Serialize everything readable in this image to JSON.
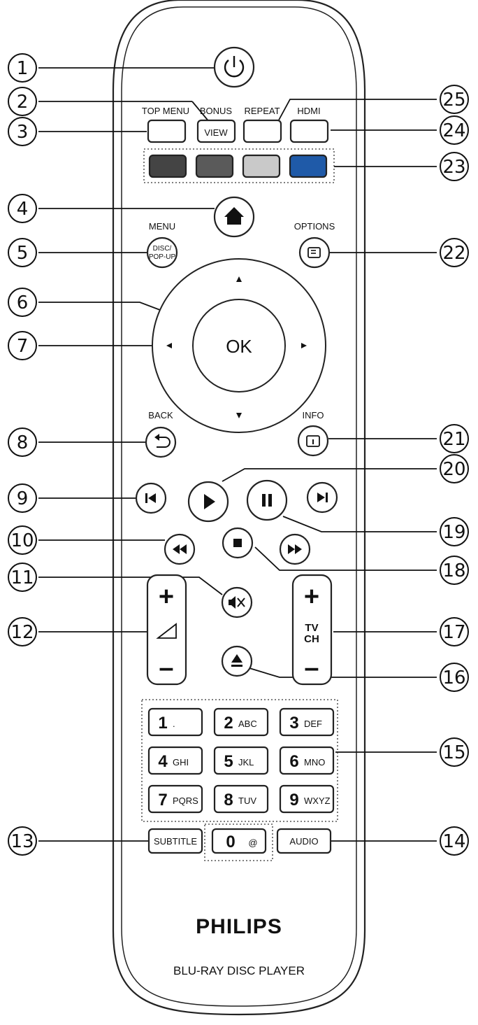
{
  "labels": {
    "top_menu": "TOP MENU",
    "bonus": "BONUS",
    "view": "VIEW",
    "repeat": "REPEAT",
    "hdmi": "HDMI",
    "menu": "MENU",
    "disc": "DISC/",
    "popup": "POP-UP",
    "options": "OPTIONS",
    "ok": "OK",
    "back": "BACK",
    "info": "INFO",
    "subtitle": "SUBTITLE",
    "audio": "AUDIO",
    "tv": "TV",
    "ch": "CH",
    "plus": "+",
    "minus": "–"
  },
  "keypad": [
    {
      "main": "1",
      "sub": "."
    },
    {
      "main": "2",
      "sub": "ABC"
    },
    {
      "main": "3",
      "sub": "DEF"
    },
    {
      "main": "4",
      "sub": "GHI"
    },
    {
      "main": "5",
      "sub": "JKL"
    },
    {
      "main": "6",
      "sub": "MNO"
    },
    {
      "main": "7",
      "sub": "PQRS"
    },
    {
      "main": "8",
      "sub": "TUV"
    },
    {
      "main": "9",
      "sub": "WXYZ"
    }
  ],
  "zero_key": {
    "main": "0",
    "sub": "@"
  },
  "callouts": [
    "1",
    "2",
    "3",
    "4",
    "5",
    "6",
    "7",
    "8",
    "9",
    "10",
    "11",
    "12",
    "13",
    "14",
    "15",
    "16",
    "17",
    "18",
    "19",
    "20",
    "21",
    "22",
    "23",
    "24",
    "25"
  ],
  "color_keys": [
    "#444444",
    "#5a5a5a",
    "#c9c9c9",
    "#1f5aa8"
  ],
  "brand": "PHILIPS",
  "product": "BLU-RAY DISC PLAYER"
}
